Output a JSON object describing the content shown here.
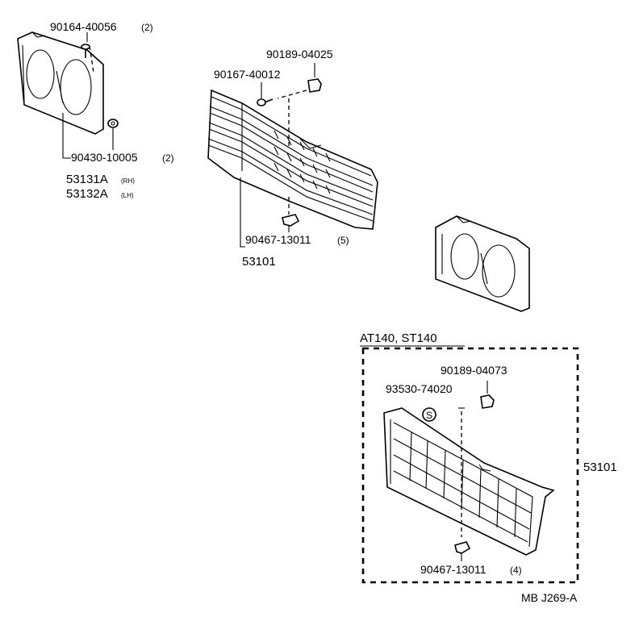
{
  "labels": {
    "p1": {
      "pn": "90164-40056",
      "qty": "(2)"
    },
    "p2": {
      "pn": "90430-10005",
      "qty": "(2)"
    },
    "p3": {
      "pn": "53131A",
      "sfx": "(RH)"
    },
    "p4": {
      "pn": "53132A",
      "sfx": "(LH)"
    },
    "p5": {
      "pn": "90189-04025"
    },
    "p6": {
      "pn": "90167-40012"
    },
    "p7": {
      "pn": "90467-13011",
      "qty": "(5)"
    },
    "p8": {
      "pn": "53101"
    },
    "box_title": "AT140, ST140",
    "p9": {
      "pn": "90189-04073"
    },
    "p10": {
      "pn": "93530-74020"
    },
    "p10_symbol": "S",
    "p11": {
      "pn": "53101"
    },
    "p12": {
      "pn": "90467-13011",
      "qty": "(4)"
    },
    "ref": "MB J269-A"
  }
}
